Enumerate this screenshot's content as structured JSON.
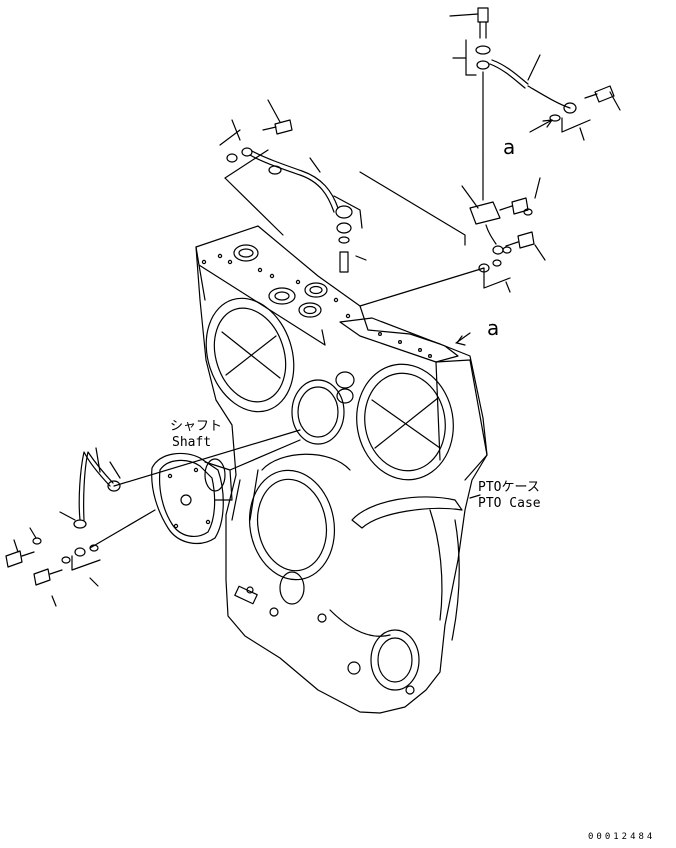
{
  "labels": {
    "shaft_jp": "シャフト",
    "shaft_en": "Shaft",
    "pto_case_jp": "PTOケース",
    "pto_case_en": "PTO Case",
    "callout_a_upper": "a",
    "callout_a_lower": "a"
  },
  "doc_id": "00012484"
}
